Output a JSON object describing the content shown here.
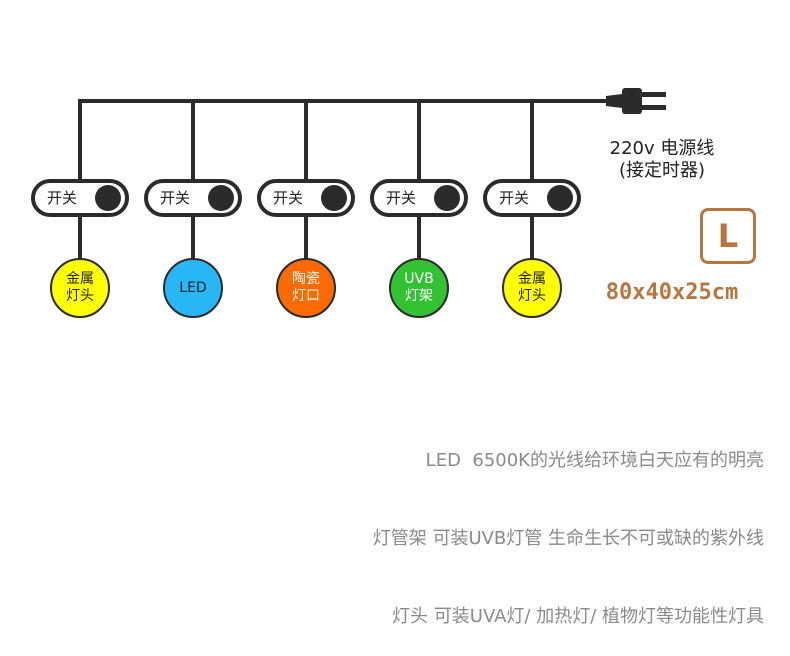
{
  "power": {
    "line1": "220v 电源线",
    "line2": "(接定时器)",
    "plug_icon": "power-plug-icon"
  },
  "switches": [
    {
      "label": "开关"
    },
    {
      "label": "开关"
    },
    {
      "label": "开关"
    },
    {
      "label": "开关"
    },
    {
      "label": "开关"
    }
  ],
  "bulbs": [
    {
      "label": "金属\n灯头",
      "color": "#ffff00",
      "text_color": "#222222"
    },
    {
      "label": "LED",
      "color": "#29b6f6",
      "text_color": "#222222"
    },
    {
      "label": "陶瓷\n灯口",
      "color": "#ff6a00",
      "text_color": "#ffffff"
    },
    {
      "label": "UVB\n灯架",
      "color": "#33c233",
      "text_color": "#ffffff"
    },
    {
      "label": "金属\n灯头",
      "color": "#ffff00",
      "text_color": "#222222"
    }
  ],
  "size": {
    "badge": "L",
    "dimensions": "80x40x25cm",
    "color": "#b8763f"
  },
  "description": {
    "line1": "LED  6500K的光线给环境白天应有的明亮",
    "line2": "灯管架 可装UVB灯管 生命生长不可或缺的紫外线",
    "line3": "灯头 可装UVA灯/ 加热灯/ 植物灯等功能性灯具"
  }
}
